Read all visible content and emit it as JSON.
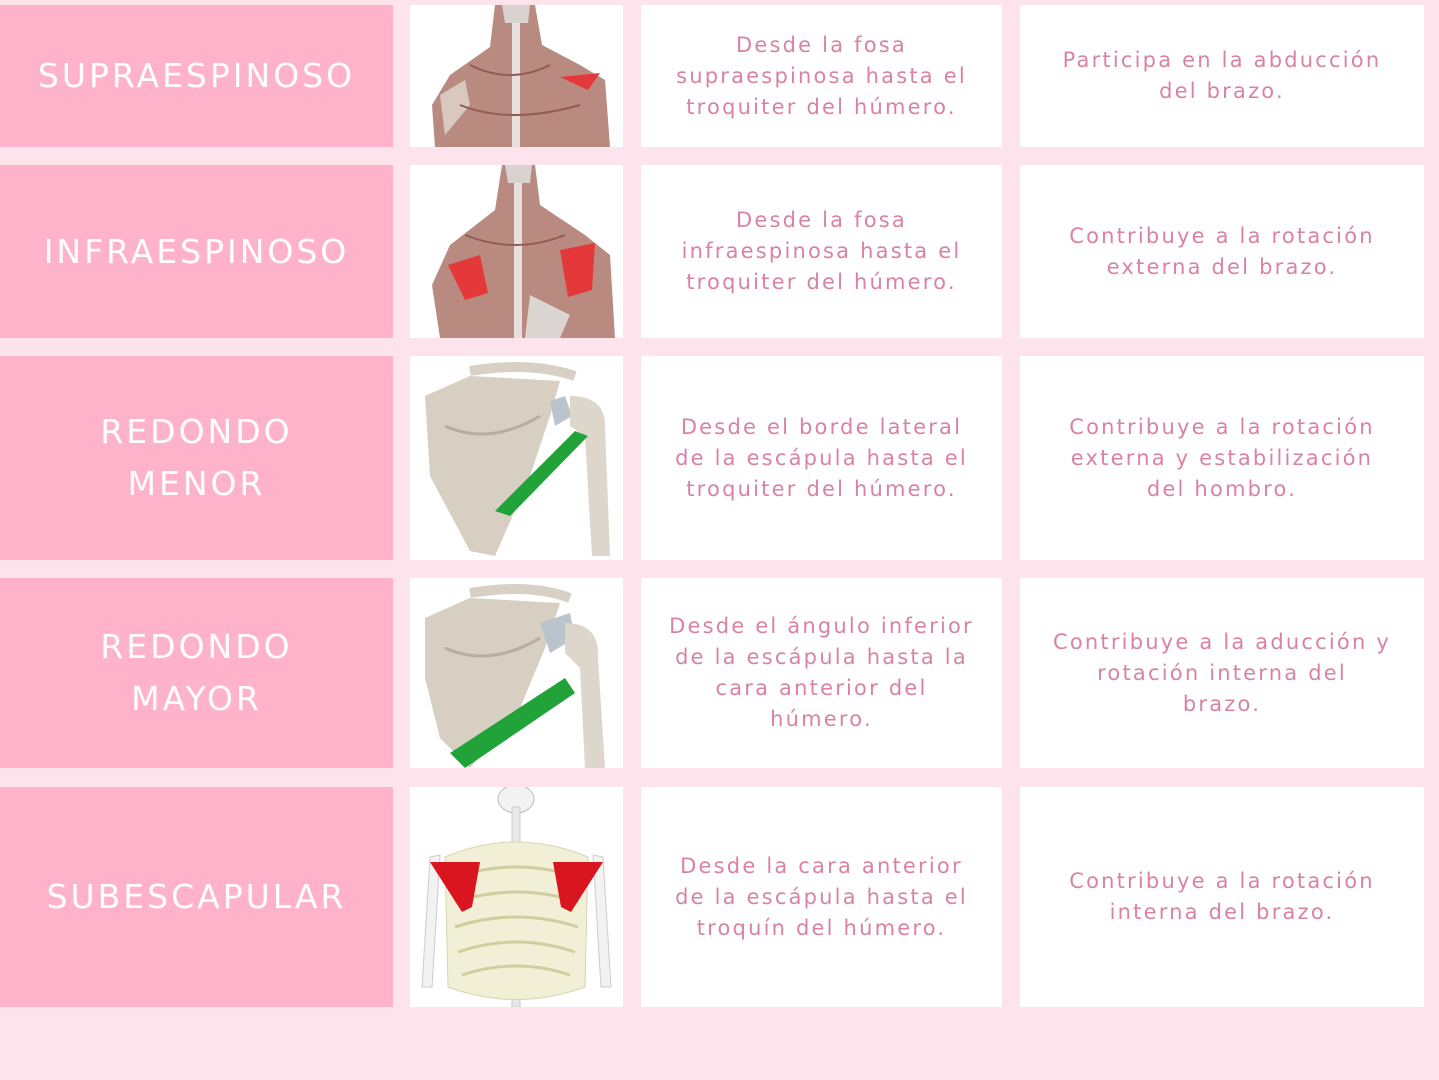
{
  "colors": {
    "page_background": "#fde4ec",
    "name_cell": "#ffb3cb",
    "name_text": "#ffffff",
    "body_text": "#d982a6",
    "highlight_red": "#e0202a",
    "highlight_green": "#1f9a2e"
  },
  "rows": [
    {
      "name": "SUPRAESPINOSO",
      "image": "back-muscles-illustration-supraspinatus-highlighted",
      "origin": "Desde la fosa\nsupraespinosa hasta el\ntroquiter del húmero.",
      "function": "Participa en la abducción\ndel brazo."
    },
    {
      "name": "INFRAESPINOSO",
      "image": "back-muscles-illustration-infraspinatus-highlighted",
      "origin": "Desde la fosa\ninfraespinosa hasta el\ntroquiter del húmero.",
      "function": "Contribuye a la rotación\nexterna del brazo."
    },
    {
      "name": "REDONDO\nMENOR",
      "image": "scapula-illustration-teres-minor-highlighted",
      "origin": "Desde el borde lateral\nde la escápula hasta el\ntroquiter del húmero.",
      "function": "Contribuye a la rotación\nexterna y estabilización\ndel hombro."
    },
    {
      "name": "REDONDO\nMAYOR",
      "image": "scapula-illustration-teres-major-highlighted",
      "origin": "Desde el ángulo inferior\nde la escápula hasta la\ncara anterior del\nhúmero.",
      "function": "Contribuye a la aducción y\nrotación interna del\nbrazo."
    },
    {
      "name": "SUBESCAPULAR",
      "image": "skeleton-illustration-subscapularis-highlighted",
      "origin": "Desde la cara anterior\nde la escápula hasta el\ntroquín del húmero.",
      "function": "Contribuye a la rotación\ninterna del brazo."
    }
  ]
}
